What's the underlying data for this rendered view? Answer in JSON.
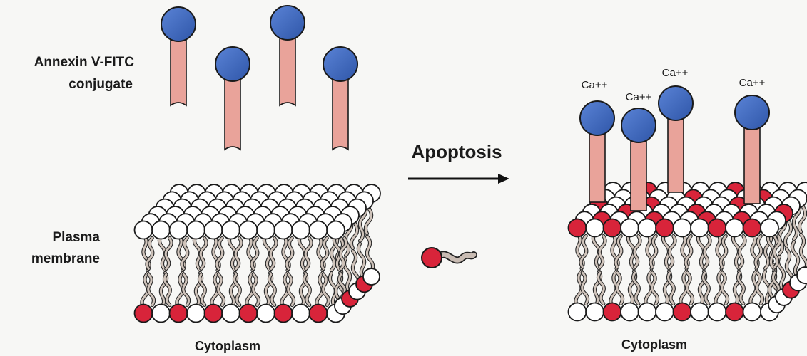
{
  "labels": {
    "annexin_line1": "Annexin V-FITC",
    "annexin_line2": "conjugate",
    "membrane_line1": "Plasma",
    "membrane_line2": "membrane",
    "cytoplasm_left": "Cytoplasm",
    "cytoplasm_right": "Cytoplasm",
    "process": "Apoptosis",
    "calcium": "Ca++"
  },
  "colors": {
    "annexin_head": "#3b64b8",
    "annexin_stalk": "#e9a39a",
    "phosphatidylserine": "#d8243a",
    "lipid_head": "#ffffff",
    "outline": "#1a1a1a"
  },
  "icons": [
    "annexin-v-fitc-icon",
    "phosphatidylserine-lipid-icon",
    "lipid-bilayer-icon",
    "arrow-right-icon"
  ]
}
